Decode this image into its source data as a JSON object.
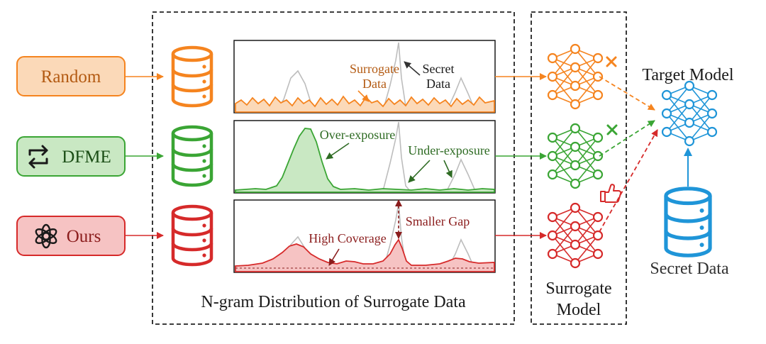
{
  "methods": {
    "random": {
      "label": "Random"
    },
    "dfme": {
      "label": "DFME"
    },
    "ours": {
      "label": "Ours"
    }
  },
  "annotations": {
    "surrogate_data": [
      "Surrogate",
      "Data"
    ],
    "secret_data": [
      "Secret",
      "Data"
    ],
    "over_exposure": "Over-exposure",
    "under_exposure": "Under-exposure",
    "high_coverage": "High Coverage",
    "smaller_gap": "Smaller Gap"
  },
  "captions": {
    "distribution": "N-gram Distribution of Surrogate Data",
    "surrogate_model": [
      "Surrogate",
      "Model"
    ],
    "target_model": "Target Model",
    "secret_data": "Secret Data"
  },
  "colors": {
    "random": "#f5841f",
    "random_fill": "#fbd9b8",
    "dfme": "#3aa534",
    "dfme_fill": "#c9e8c3",
    "ours": "#d62a2a",
    "ours_fill": "#f6c3c3",
    "target": "#1f95d8",
    "secret_curve": "#bdbdbd",
    "annotation_random": "#b35a12",
    "annotation_dfme": "#2e6b23",
    "annotation_ours": "#8b1d1d"
  },
  "icons": {
    "dfme": "swap-arrows-icon",
    "ours": "openai-logo-icon",
    "database": "database-icon",
    "network": "neural-network-icon",
    "fail": "cross-mark-icon",
    "success": "check-mark-icon",
    "best": "thumbs-up-icon"
  }
}
